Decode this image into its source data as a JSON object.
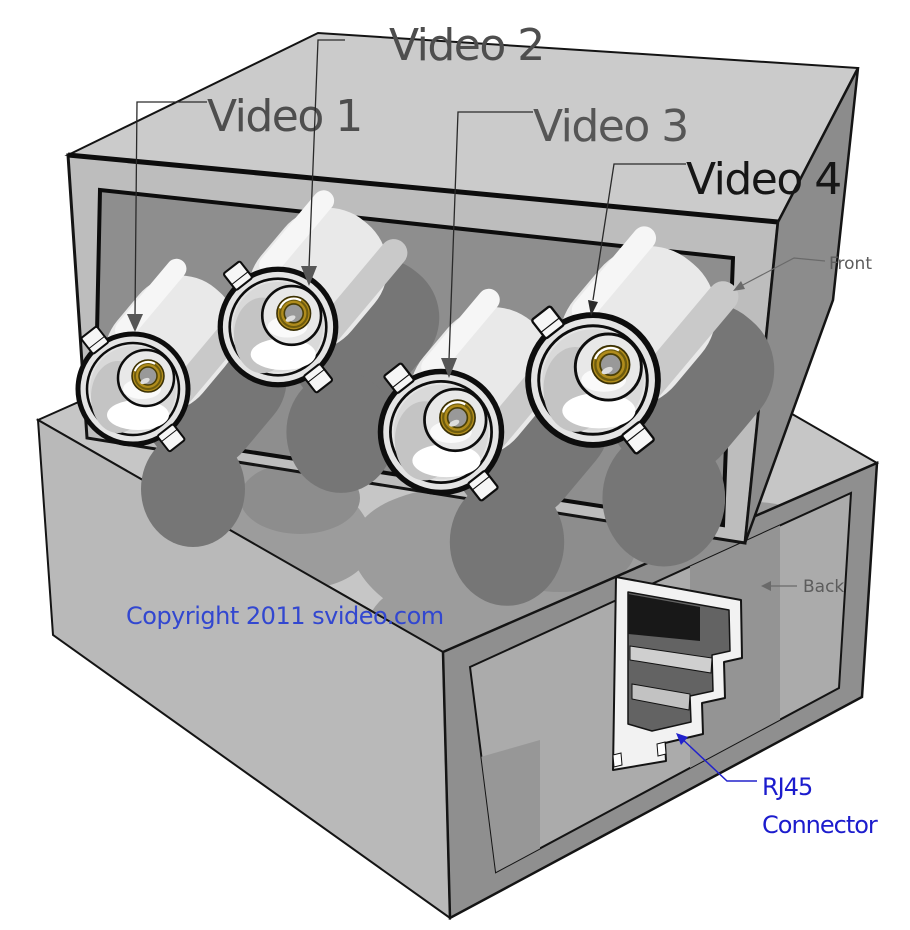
{
  "diagram": {
    "labels": {
      "video_ports": [
        {
          "label": "Video 1",
          "color": "#4e4e4e"
        },
        {
          "label": "Video 2",
          "color": "#4e4e4e"
        },
        {
          "label": "Video 3",
          "color": "#565656"
        },
        {
          "label": "Video 4",
          "color": "#161616"
        }
      ],
      "front": "Front",
      "back": "Back",
      "rj45_line1": "RJ45",
      "rj45_line2": "Connector",
      "copyright": "Copyright 2011 svideo.com"
    },
    "colors": {
      "annotation_blue": "#1c1ccd",
      "copyright_blue": "#3247d0",
      "view_label_gray": "#5c5c5c",
      "gold_ring": "#b08c1c"
    }
  }
}
